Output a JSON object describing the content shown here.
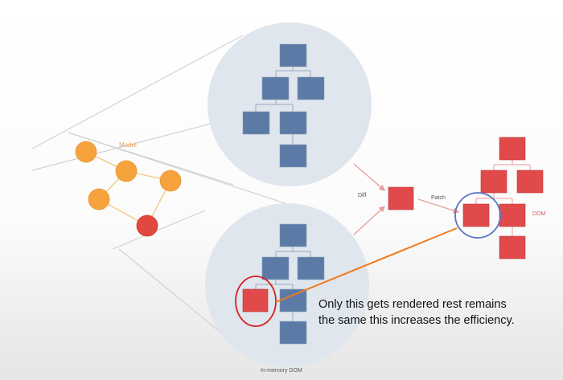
{
  "labels": {
    "model": "Model",
    "diff": "Diff",
    "patch": "Patch",
    "dom": "DOM",
    "in_memory_dom": "In-memory DOM"
  },
  "annotation": {
    "line1": "Only this gets rendered rest remains",
    "line2": "the same this increases the efficiency."
  },
  "colors": {
    "node_blue": "#5b7aa6",
    "node_red": "#e04a4a",
    "model_orange": "#f6a23d",
    "model_red": "#e1483f",
    "circle_fill": "#e0e6ed",
    "highlight_red": "#d62020",
    "highlight_blue": "#5a74c4",
    "arrow_orange": "#f07a1c",
    "connector_gray": "#c8c8c8"
  }
}
